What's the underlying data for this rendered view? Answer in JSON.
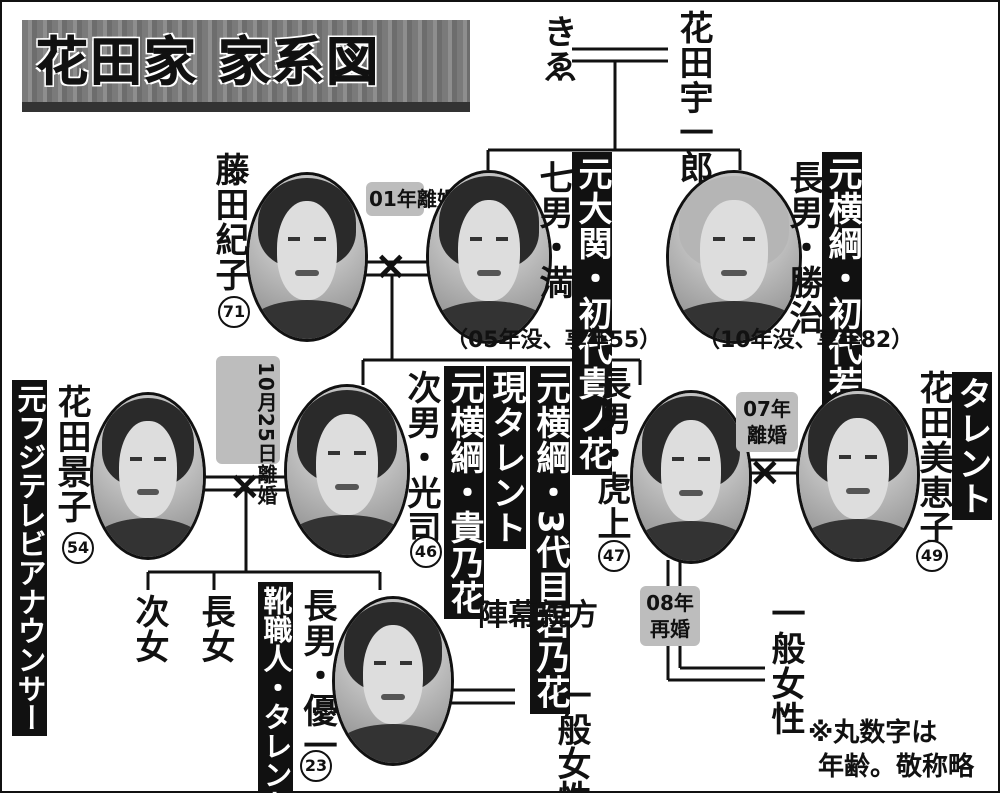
{
  "title": "花田家 家系図",
  "persons": {
    "kie": "きゑ",
    "uichiro": "花田宇一郎",
    "noriko": "藤田紀子",
    "noriko_age": "71",
    "mitsuru_role": "元大関・初代貴ノ花",
    "mitsuru_name": "七男・満",
    "mitsuru_note": "（05年没、享年55）",
    "katsuji_role": "元横綱・初代若乃花",
    "katsuji_name": "長男・勝治",
    "katsuji_note": "（10年没、享年82）",
    "keiko_role": "元フジテレビアナウンサー",
    "keiko_name": "花田景子",
    "keiko_age": "54",
    "koji_role": "元横綱・貴乃花",
    "koji_name": "次男・光司",
    "koji_age": "46",
    "masaru_role1": "元横綱・3代目若乃花",
    "masaru_role2": "現タレント",
    "masaru_name": "長男・虎上",
    "masaru_age": "47",
    "mieko_role": "タレント",
    "mieko_name": "花田美恵子",
    "mieko_age": "49",
    "jinaka": "次女",
    "chojo": "長女",
    "yuichi_role": "靴職人・タレント",
    "yuichi_name": "長男・優一",
    "yuichi_age": "23",
    "jinmaku": "陣幕親方",
    "ippan_josei1": "一般女性",
    "ippan_josei2": "一般女性"
  },
  "marriage_labels": {
    "m1": "01年離婚",
    "m2": "10月25日離婚",
    "m3": "07年離婚",
    "m4": "08年再婚"
  },
  "cross": "×",
  "footnote": {
    "line1": "※丸数字は",
    "line2": "年齢。敬称略"
  }
}
